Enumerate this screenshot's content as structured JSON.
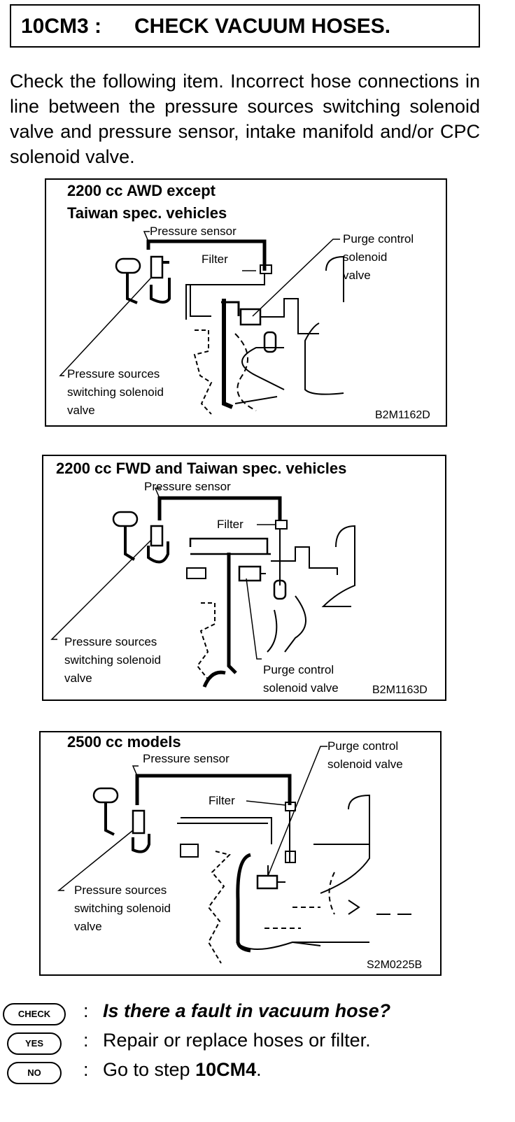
{
  "header": {
    "step_code": "10CM3 :",
    "step_title": "CHECK VACUUM HOSES."
  },
  "intro_text": "Check the following item. Incorrect hose connections in line between the pressure sources switching solenoid valve and pressure sensor, intake manifold and/or CPC solenoid valve.",
  "figures": [
    {
      "heading_line1": "2200 cc AWD except",
      "heading_line2": "Taiwan spec. vehicles",
      "pressure_sensor": "Pressure sensor",
      "filter": "Filter",
      "purge_line1": "Purge control",
      "purge_line2": "solenoid",
      "purge_line3": "valve",
      "pss_line1": "Pressure sources",
      "pss_line2": "switching solenoid",
      "pss_line3": "valve",
      "figure_id": "B2M1162D"
    },
    {
      "heading": "2200 cc FWD and Taiwan spec. vehicles",
      "pressure_sensor": "Pressure sensor",
      "filter": "Filter",
      "pss_line1": "Pressure sources",
      "pss_line2": "switching solenoid",
      "pss_line3": "valve",
      "purge_line1": "Purge control",
      "purge_line2": "solenoid valve",
      "figure_id": "B2M1163D"
    },
    {
      "heading": "2500 cc models",
      "pressure_sensor": "Pressure sensor",
      "purge_line1": "Purge control",
      "purge_line2": "solenoid valve",
      "filter": "Filter",
      "pss_line1": "Pressure sources",
      "pss_line2": "switching solenoid",
      "pss_line3": "valve",
      "figure_id": "S2M0225B"
    }
  ],
  "diagnosis": {
    "check": {
      "badge": "CHECK",
      "colon": ":",
      "text": "Is there a fault in vacuum hose?"
    },
    "yes": {
      "badge": "YES",
      "colon": ":",
      "text": "Repair or replace hoses or filter."
    },
    "no": {
      "badge": "NO",
      "colon": ":",
      "text_prefix": "Go to step ",
      "step_ref": "10CM4",
      "text_suffix": "."
    }
  }
}
